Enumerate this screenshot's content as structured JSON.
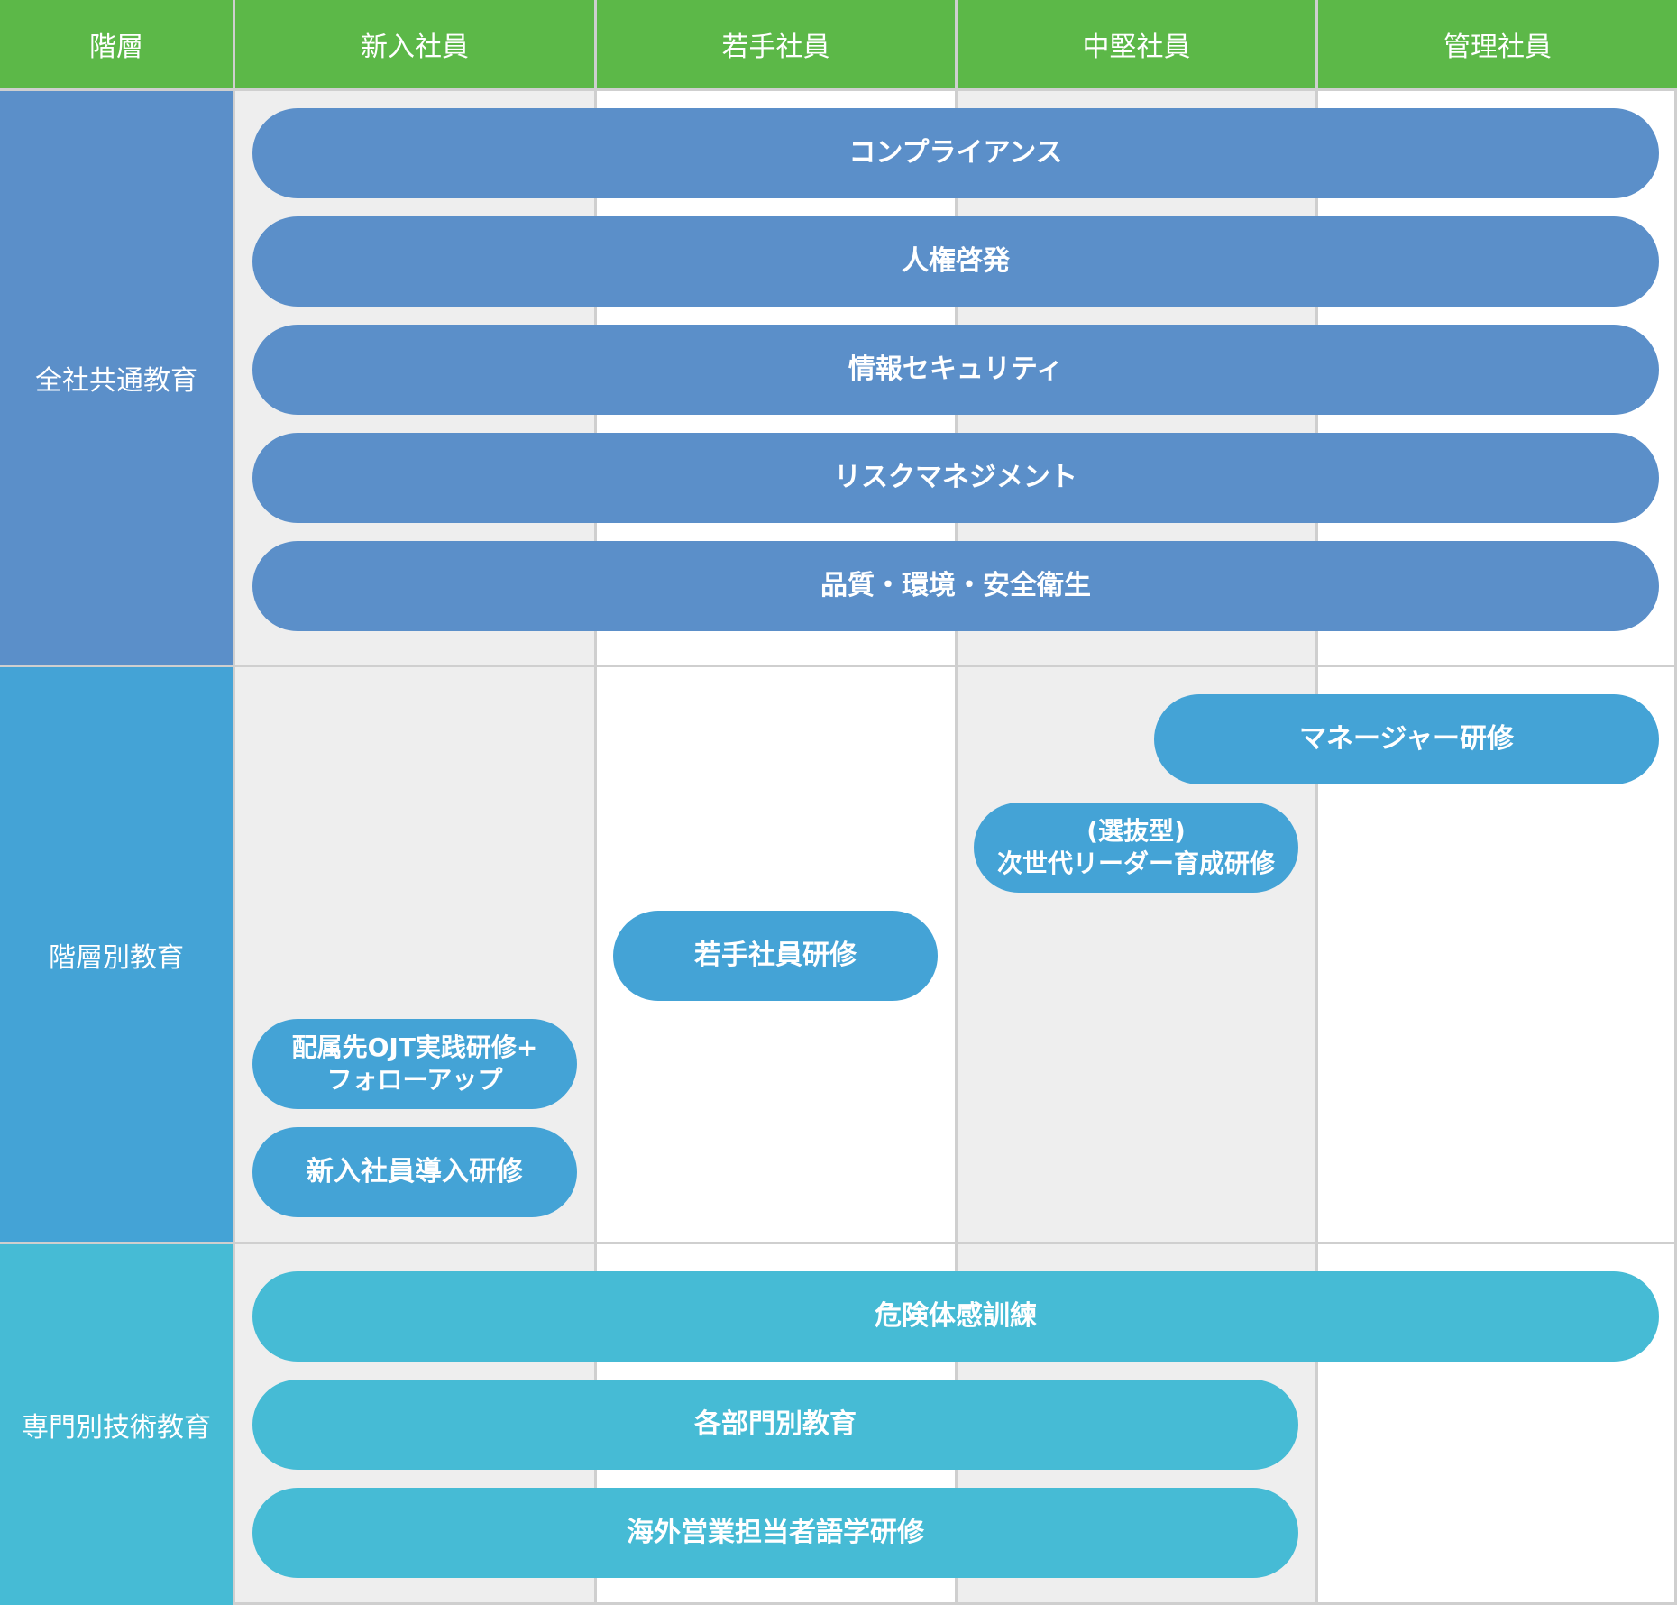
{
  "colors": {
    "header_green": "#5cb848",
    "common_blue": "#5b8fc9",
    "tier_blue": "#44a3d6",
    "specialist_cyan": "#46bbd5",
    "column_gray": "#eeeeee",
    "grid_line": "#cfcfcf"
  },
  "header": {
    "category": "階層",
    "newcomer": "新入社員",
    "young": "若手社員",
    "midlevel": "中堅社員",
    "manager": "管理社員"
  },
  "rows": {
    "common": {
      "label": "全社共通教育",
      "items": [
        "コンプライアンス",
        "人権啓発",
        "情報セキュリティ",
        "リスクマネジメント",
        "品質・環境・安全衛生"
      ]
    },
    "tier": {
      "label": "階層別教育",
      "manager_training": "マネージャー研修",
      "next_gen": "(選抜型)\n次世代リーダー育成研修",
      "young_training": "若手社員研修",
      "ojt": "配属先OJT実践研修+\nフォローアップ",
      "newcomer_intro": "新入社員導入研修"
    },
    "specialist": {
      "label": "専門別技術教育",
      "hazard": "危険体感訓練",
      "departmental": "各部門別教育",
      "language": "海外営業担当者語学研修"
    }
  }
}
